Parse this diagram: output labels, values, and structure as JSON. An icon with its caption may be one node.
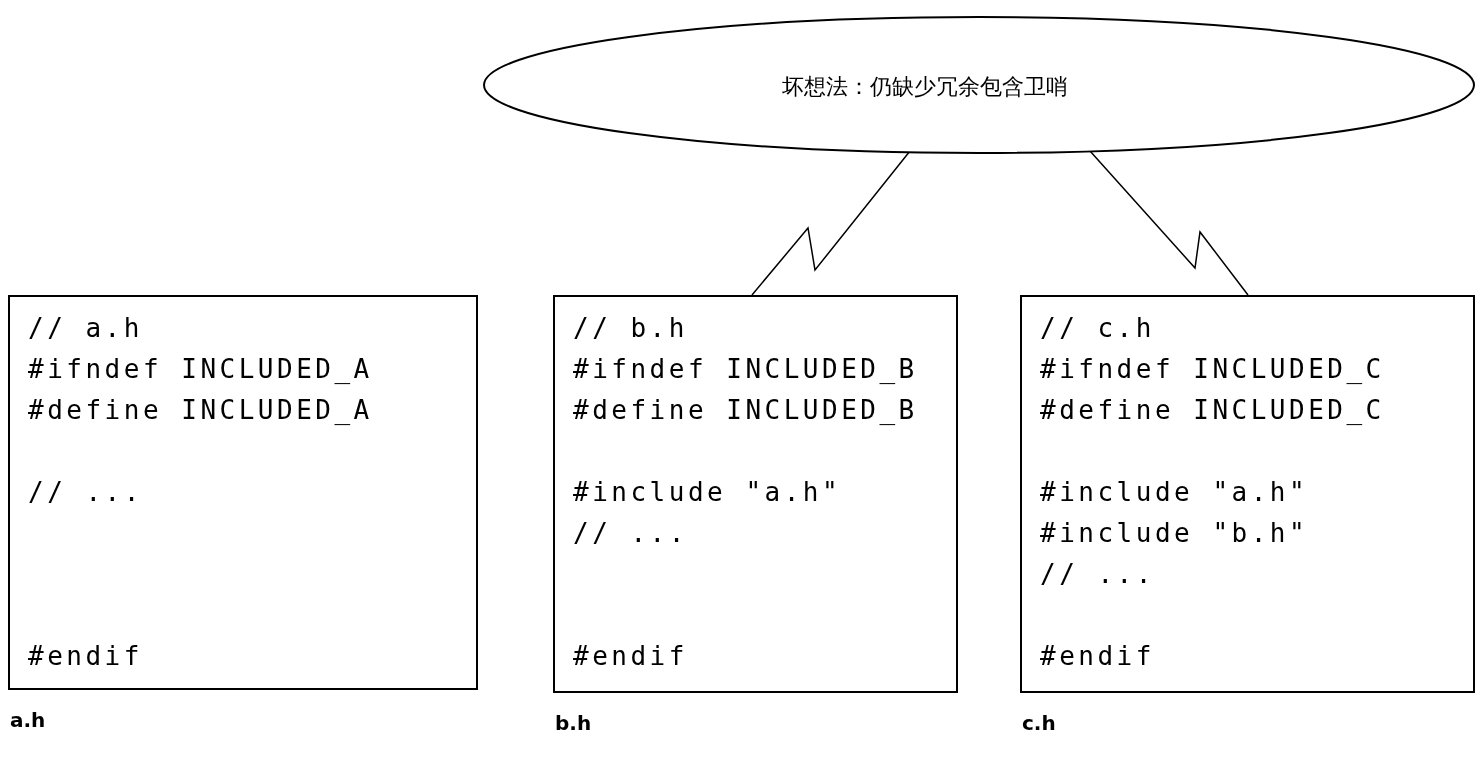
{
  "diagram": {
    "nodes": [
      {
        "text": [
          "坏想法：仍缺少冗余包含卫哨"
        ]
      },
      {
        "text": [
          "// a.h",
          "#ifndef INCLUDED_A",
          "#define INCLUDED_A",
          "// ...",
          "#endif"
        ],
        "beside": [
          "a.h"
        ]
      },
      {
        "text": [
          "// b.h",
          "#ifndef INCLUDED_B",
          "#define INCLUDED_B",
          "#include \"a.h\"",
          "// ...",
          "#endif"
        ],
        "beside": [
          "b.h"
        ]
      },
      {
        "text": [
          "// c.h",
          "#ifndef INCLUDED_C",
          "#define INCLUDED_C",
          "#include \"a.h\"",
          "#include \"b.h\"",
          "// ...",
          "#endif"
        ],
        "beside": [
          "c.h"
        ]
      }
    ],
    "edges": [
      {
        "from": 0,
        "to": 2,
        "arrow": "none"
      },
      {
        "from": 0,
        "to": 3,
        "arrow": "none"
      }
    ]
  }
}
